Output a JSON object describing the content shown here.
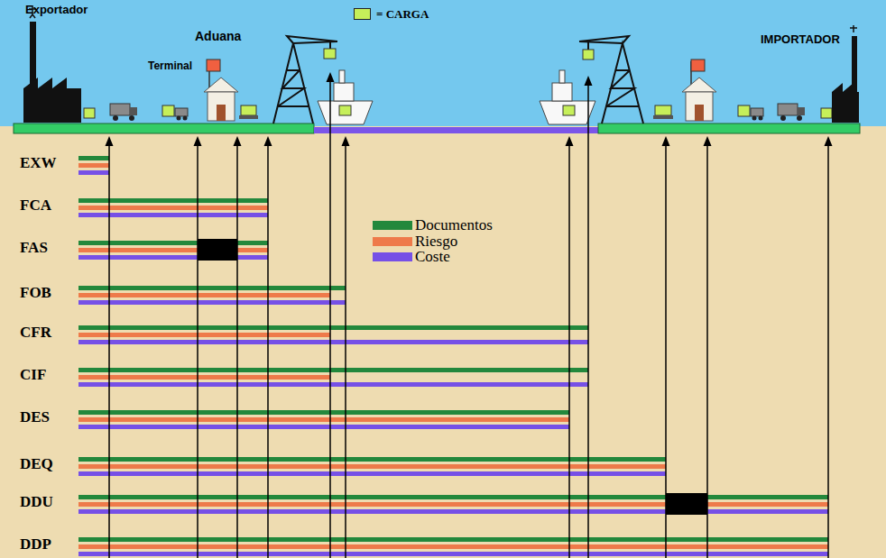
{
  "diagram": {
    "labels": [
      "Exportador",
      "Aduana",
      "Terminal",
      "IMPORTADOR",
      "EXW",
      "FCA",
      "FAS",
      "FOB",
      "CFR",
      "CIF",
      "DES",
      "DEQ",
      "DDU",
      "DDP"
    ],
    "legend": [
      {
        "text": "= CARGA",
        "color": "#c6ef5a"
      },
      {
        "text": "Documentos",
        "color": "#23883c"
      },
      {
        "text": "Riesgo",
        "color": "#ee7a4a"
      },
      {
        "text": "Coste",
        "color": "#7650e6"
      }
    ]
  }
}
